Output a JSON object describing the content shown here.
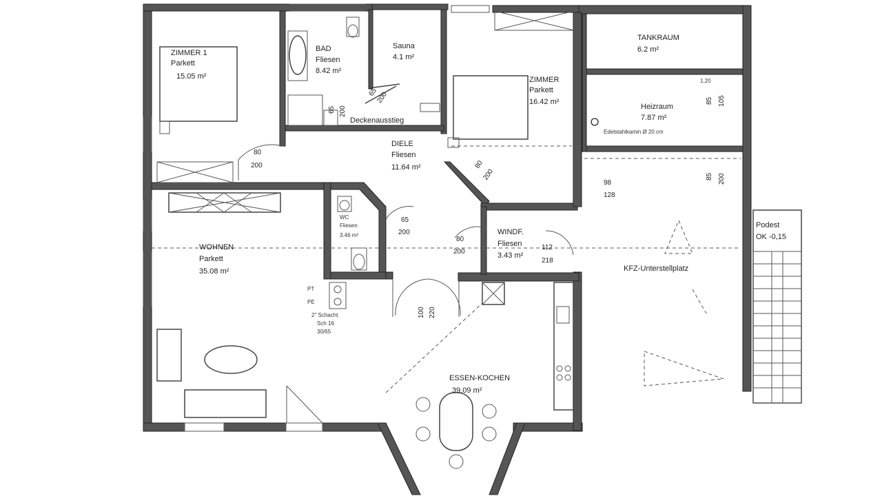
{
  "rooms": {
    "zimmer1": {
      "name": "ZIMMER 1",
      "floor": "Parkett",
      "area": "15.05 m²"
    },
    "bad": {
      "name": "BAD",
      "floor": "Fliesen",
      "area": "8.42 m²"
    },
    "sauna": {
      "name": "Sauna",
      "area": "4.1 m²"
    },
    "zimmer2": {
      "name": "ZIMMER",
      "floor": "Parkett",
      "area": "16.42 m²"
    },
    "tankraum": {
      "name": "TANKRAUM",
      "area": "6.2 m²"
    },
    "heizraum": {
      "name": "Heizraum",
      "area": "7.87 m²",
      "note": "Edelstahlkamin Ø 20 cm"
    },
    "diele": {
      "name": "DIELE",
      "floor": "Fliesen",
      "area": "11.64 m²"
    },
    "wc": {
      "name": "WC",
      "floor": "Fliesen",
      "area": "3.46 m²"
    },
    "windfang": {
      "name": "WINDF.",
      "floor": "Fliesen",
      "area": "3.43 m²"
    },
    "wohnen": {
      "name": "WOHNEN",
      "floor": "Parkett",
      "area": "35.08 m²"
    },
    "essen": {
      "name": "ESSEN-KOCHEN",
      "area": "39.09 m²"
    },
    "kfz": {
      "name": "KFZ-Unterstellplatz"
    },
    "podest": {
      "name": "Podest",
      "level": "OK -0,15"
    }
  },
  "annotations": {
    "deckenausstieg": "Deckenausstieg",
    "schacht_1": "2\" Schacht",
    "schacht_2": "Sch 16",
    "schacht_3": "30/65",
    "pt1": "PT",
    "pt2": "PE",
    "heizraum_dim": "1.20"
  },
  "dimensions": {
    "d_zimmer1_w": "80",
    "d_zimmer1_h": "200",
    "d_bad_w": "65",
    "d_bad_h": "200",
    "d_sauna_w": "65",
    "d_sauna_h": "200",
    "d_zimmer2_w": "80",
    "d_zimmer2_h": "200",
    "d_tank_w": "85",
    "d_tank_h": "105",
    "d_heiz_w": "85",
    "d_heiz_h": "200",
    "d_kfz_w": "98",
    "d_kfz_h": "128",
    "d_wc_w": "65",
    "d_wc_h": "200",
    "d_windf_w": "80",
    "d_windf_h": "200",
    "d_entry_w": "112",
    "d_entry_h": "218",
    "d_kitchen_w": "100",
    "d_kitchen_h": "220"
  }
}
